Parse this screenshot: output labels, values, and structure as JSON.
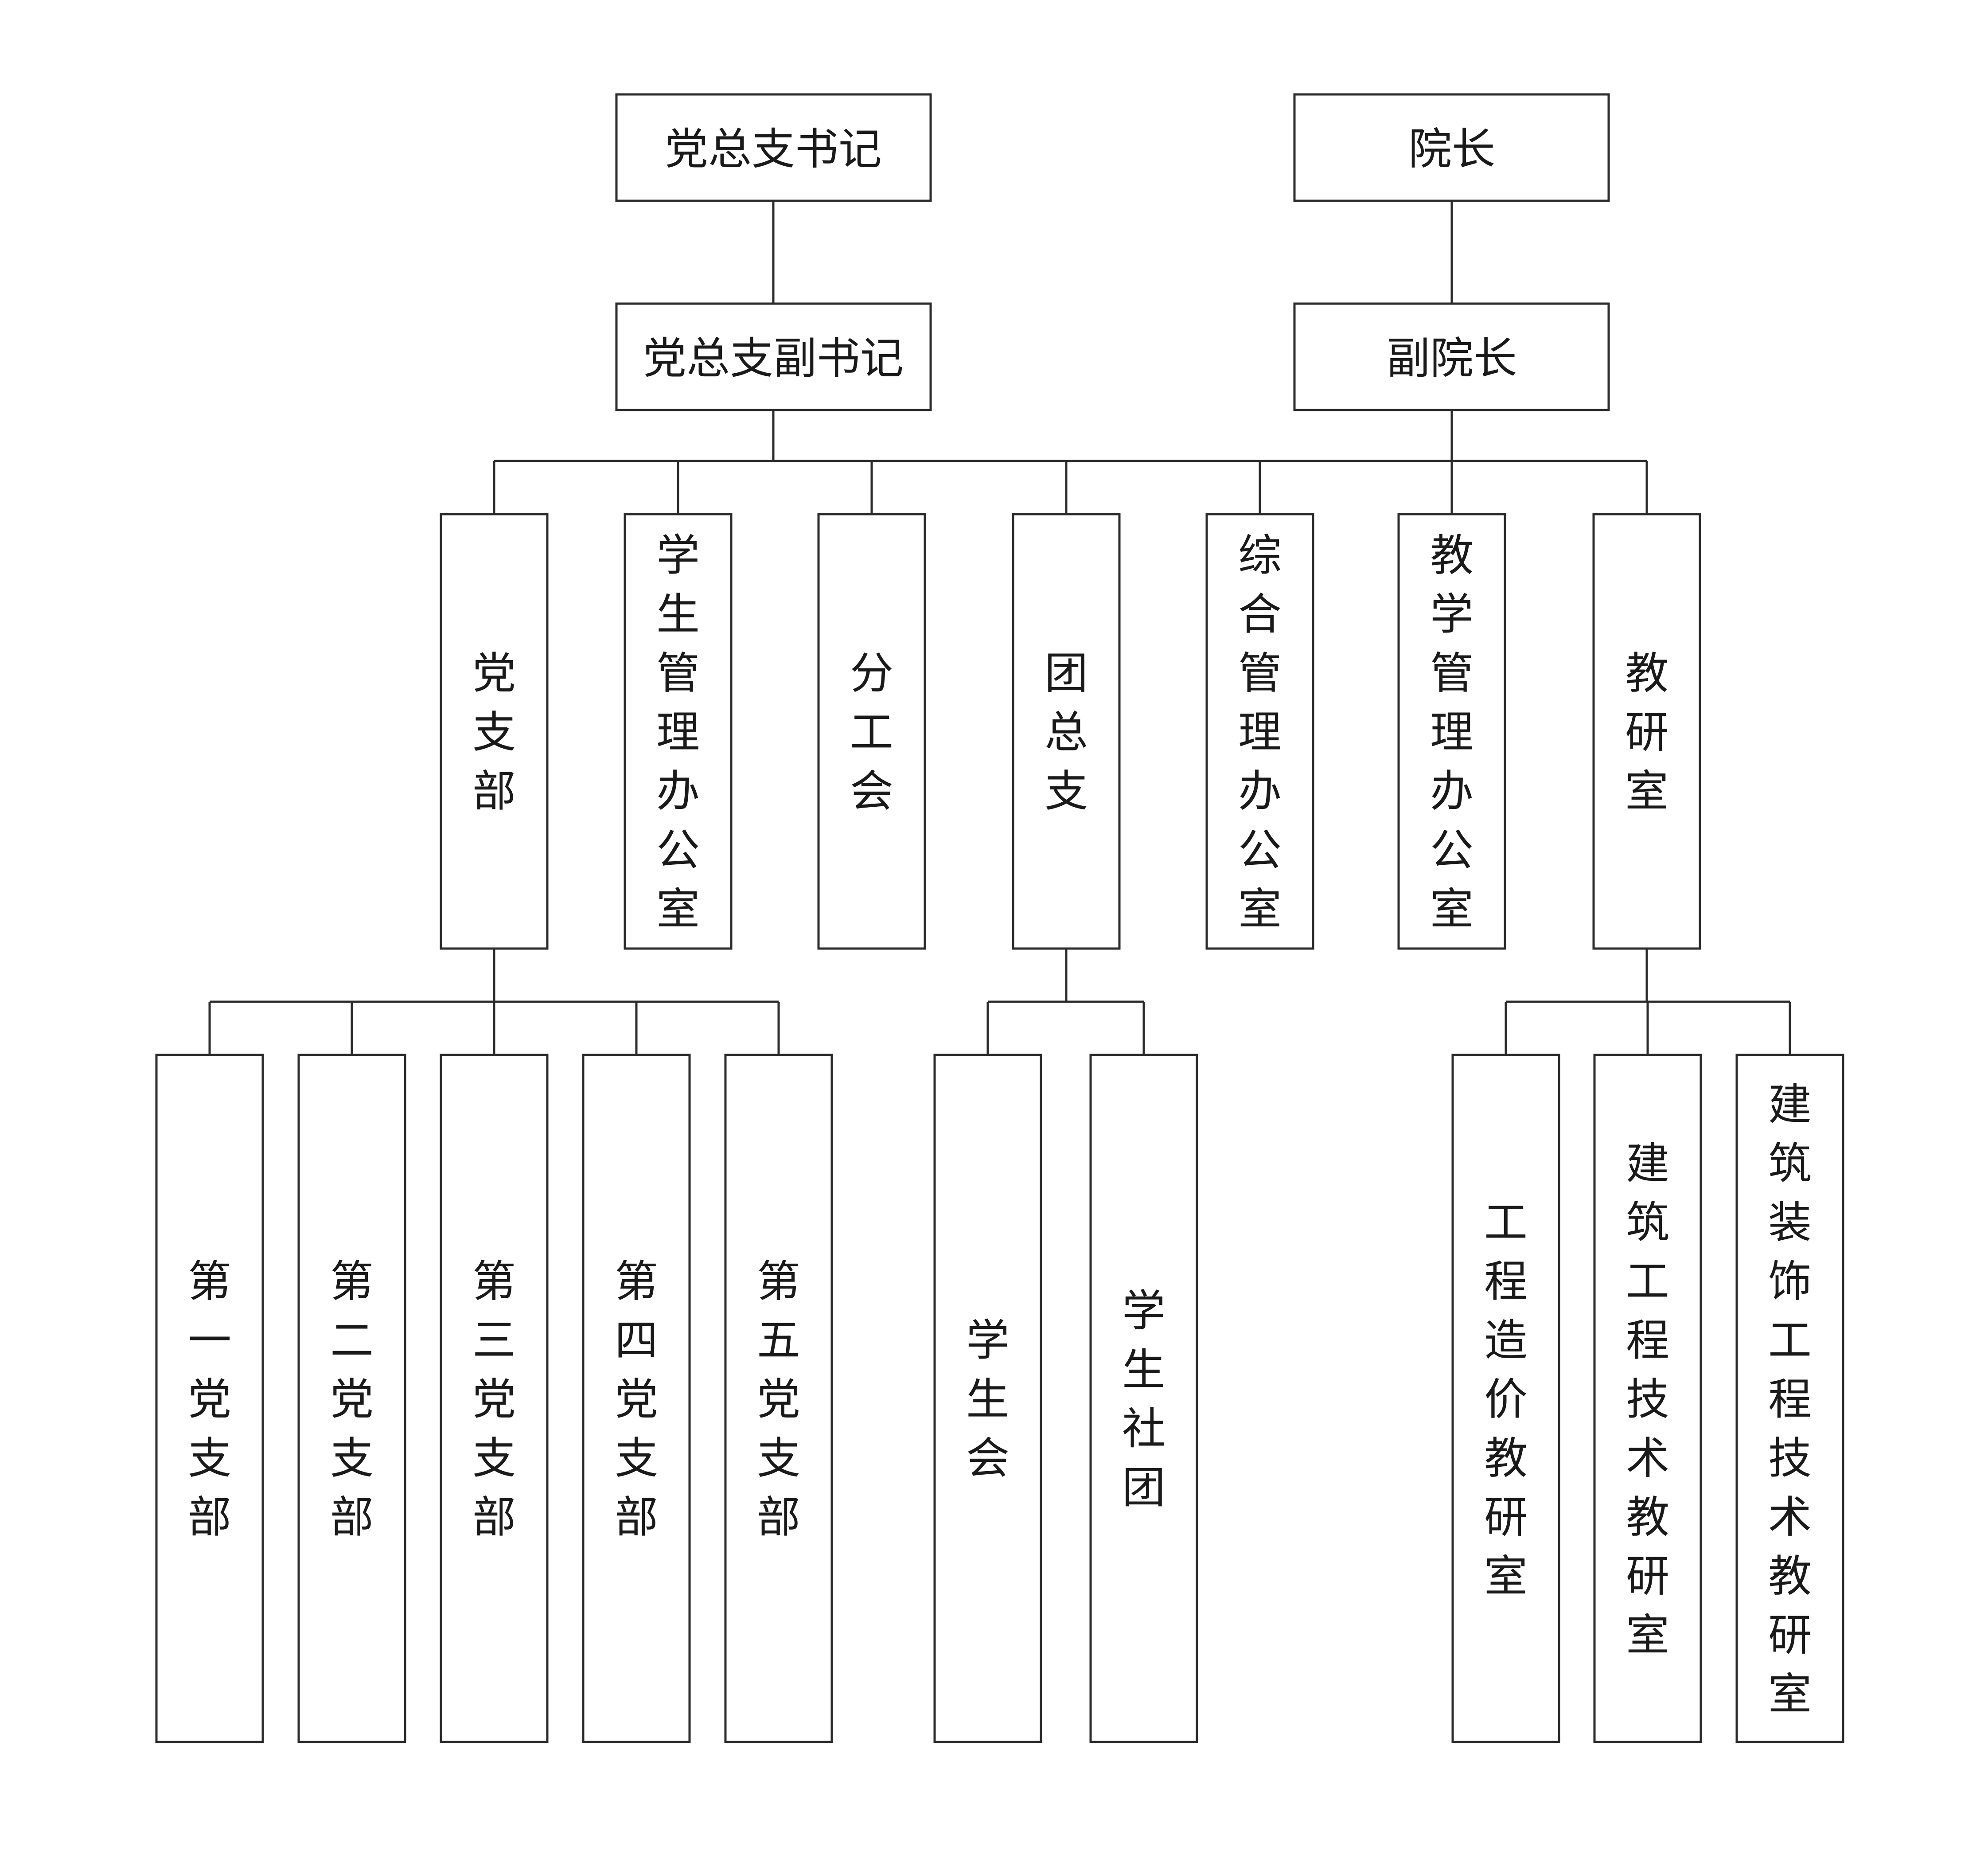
{
  "org": {
    "secretary": "党总支书记",
    "deputy_secretary": "党总支副书记",
    "dean": "院长",
    "vice_dean": "副院长",
    "departments": [
      "党支部",
      "学生管理办公室",
      "分工会",
      "团总支",
      "综合管理办公室",
      "教学管理办公室",
      "教研室"
    ],
    "party_branches": [
      "第一党支部",
      "第二党支部",
      "第三党支部",
      "第四党支部",
      "第五党支部"
    ],
    "youth_units": [
      "学生会",
      "学生社团"
    ],
    "teaching_units": [
      "工程造价教研室",
      "建筑工程技术教研室",
      "建筑装饰工程技术教研室"
    ]
  },
  "colors": {
    "stroke": "#2b2b2b",
    "text": "#1a1a1a",
    "background": "#ffffff"
  }
}
